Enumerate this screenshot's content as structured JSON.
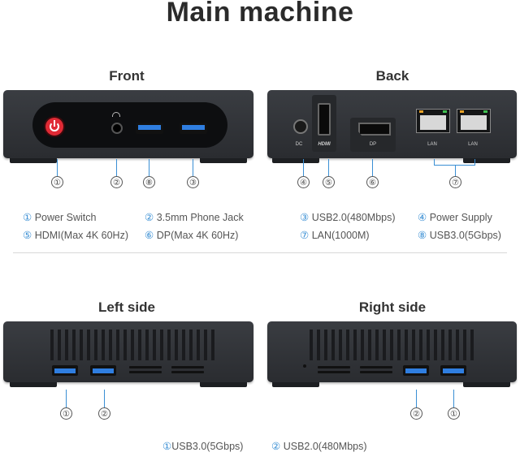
{
  "title": "Main machine",
  "sections": {
    "front": "Front",
    "back": "Back",
    "left": "Left side",
    "right": "Right side"
  },
  "callouts": {
    "front": [
      "①",
      "②",
      "⑧",
      "③"
    ],
    "back": [
      "④",
      "⑤",
      "⑥",
      "⑦"
    ],
    "left": [
      "①",
      "②"
    ],
    "right": [
      "②",
      "①"
    ]
  },
  "port_labels": {
    "dc": "DC",
    "hdmi": "HDMI",
    "dp": "DP",
    "lan": "LAN"
  },
  "legend_top": [
    {
      "num": "①",
      "text": "Power Switch"
    },
    {
      "num": "②",
      "text": "3.5mm Phone Jack"
    },
    {
      "num": "③",
      "text": "USB2.0(480Mbps)"
    },
    {
      "num": "④",
      "text": "Power Supply"
    },
    {
      "num": "⑤",
      "text": "HDMI(Max 4K 60Hz)"
    },
    {
      "num": "⑥",
      "text": "DP(Max 4K 60Hz)"
    },
    {
      "num": "⑦",
      "text": "LAN(1000M)"
    },
    {
      "num": "⑧",
      "text": "USB3.0(5Gbps)"
    }
  ],
  "legend_bottom": [
    {
      "num": "①",
      "text": "USB3.0(5Gbps)"
    },
    {
      "num": "②",
      "text": "USB2.0(480Mbps)"
    }
  ],
  "colors": {
    "accent": "#3a8fd4",
    "usb3": "#2f7ee0",
    "power_button": "#e02a35",
    "body": "#2e3034"
  }
}
